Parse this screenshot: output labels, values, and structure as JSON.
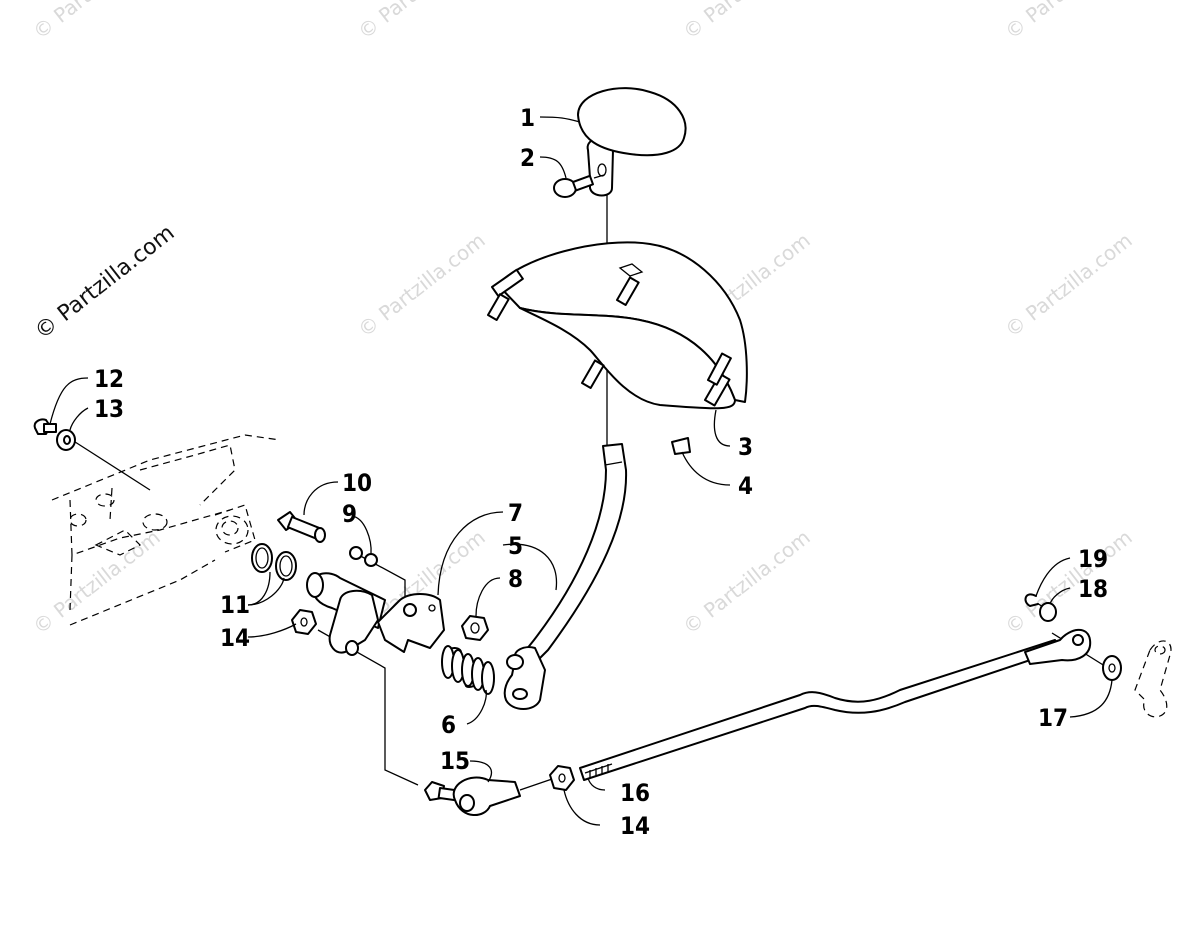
{
  "watermark": {
    "main": "© Partzilla.com",
    "faint": "© Partzilla.com"
  },
  "parts": [
    {
      "number": "1",
      "name": "shift-knob"
    },
    {
      "number": "2",
      "name": "knob-screw"
    },
    {
      "number": "3",
      "name": "clip"
    },
    {
      "number": "4",
      "name": "retainer"
    },
    {
      "number": "5",
      "name": "shift-lever"
    },
    {
      "number": "6",
      "name": "spring"
    },
    {
      "number": "7",
      "name": "bracket"
    },
    {
      "number": "8",
      "name": "lock-nut"
    },
    {
      "number": "9",
      "name": "washer"
    },
    {
      "number": "10",
      "name": "shoulder-bolt"
    },
    {
      "number": "11",
      "name": "o-ring"
    },
    {
      "number": "12",
      "name": "cap-screw"
    },
    {
      "number": "13",
      "name": "flat-washer"
    },
    {
      "number": "14",
      "name": "hex-nut"
    },
    {
      "number": "15",
      "name": "ball-joint"
    },
    {
      "number": "16",
      "name": "shift-rod"
    },
    {
      "number": "17",
      "name": "washer"
    },
    {
      "number": "18",
      "name": "washer"
    },
    {
      "number": "19",
      "name": "e-clip"
    }
  ]
}
